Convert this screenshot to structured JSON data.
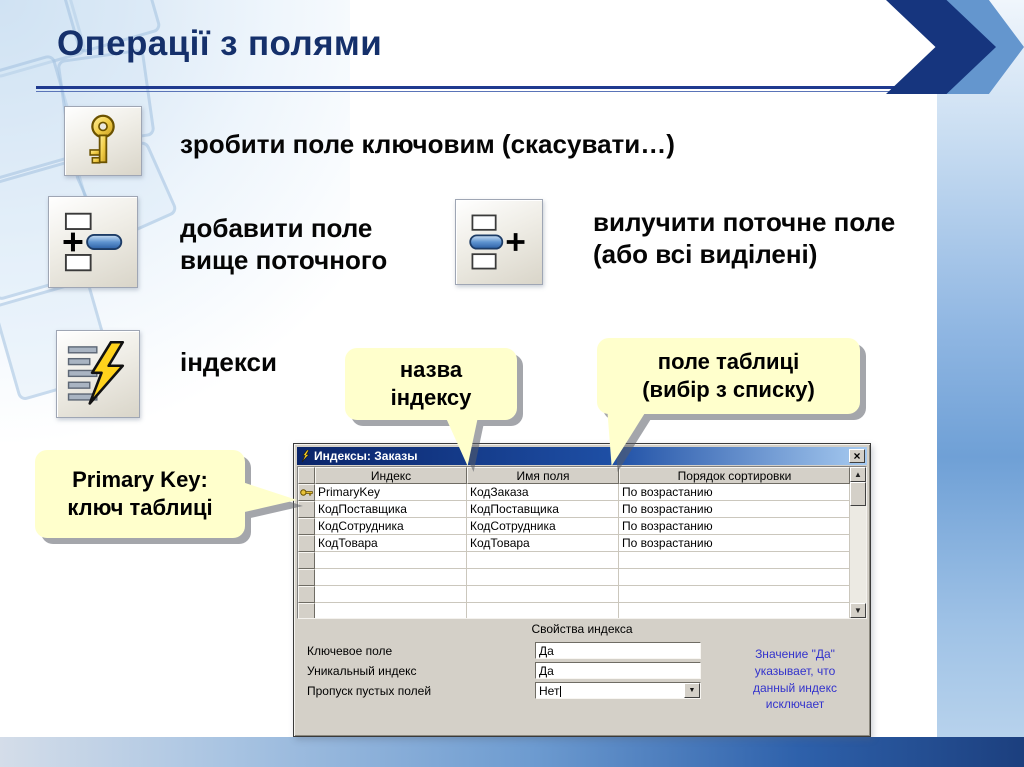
{
  "title": "Операції з полями",
  "operations": {
    "key": "зробити поле ключовим (скасувати…)",
    "insert": "добавити поле\nвище поточного",
    "delete": "вилучити поточне поле\n(або всі виділені)",
    "indexes": "індекси"
  },
  "callouts": {
    "index_name": "назва\nіндексу",
    "table_field": "поле таблиці\n(вибір з списку)",
    "primary_key": "Primary Key:\nключ таблиці"
  },
  "window": {
    "title": "Индексы: Заказы",
    "columns": [
      "Индекс",
      "Имя поля",
      "Порядок сортировки"
    ],
    "rows": [
      {
        "index": "PrimaryKey",
        "field": "КодЗаказа",
        "order": "По возрастанию"
      },
      {
        "index": "КодПоставщика",
        "field": "КодПоставщика",
        "order": "По возрастанию"
      },
      {
        "index": "КодСотрудника",
        "field": "КодСотрудника",
        "order": "По возрастанию"
      },
      {
        "index": "КодТовара",
        "field": "КодТовара",
        "order": "По возрастанию"
      }
    ],
    "properties_title": "Свойства индекса",
    "properties": [
      {
        "label": "Ключевое поле",
        "value": "Да"
      },
      {
        "label": "Уникальный индекс",
        "value": "Да"
      },
      {
        "label": "Пропуск пустых полей",
        "value": "Нет"
      }
    ],
    "help_text": "Значение \"Да\"\nуказывает, что\nданный индекс\nисключает"
  },
  "glyphs": {
    "close": "×",
    "up": "▲",
    "down": "▼",
    "dropdown": "▼"
  },
  "colors": {
    "accent_navy": "#16357e",
    "callout_bg": "#ffffcc",
    "titlebar_start": "#0a246a",
    "titlebar_end": "#a6caf0",
    "help_text": "#3333cc"
  }
}
